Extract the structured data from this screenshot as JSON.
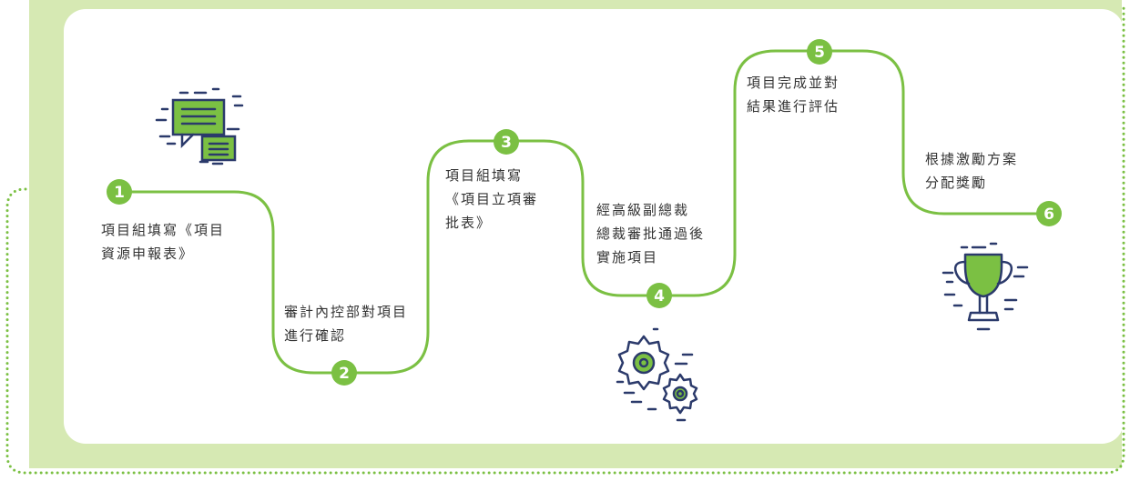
{
  "colors": {
    "accent": "#7bc043",
    "band": "#d6e9b3",
    "icon_navy": "#2b3a6b",
    "text": "#333333"
  },
  "steps": [
    {
      "number": "1",
      "text": "項目組填寫《項目\n資源申報表》"
    },
    {
      "number": "2",
      "text": "審計內控部對項目\n進行確認"
    },
    {
      "number": "3",
      "text": "項目組填寫\n《項目立項審\n批表》"
    },
    {
      "number": "4",
      "text": "經高級副總裁\n總裁審批通過後\n實施項目"
    },
    {
      "number": "5",
      "text": "項目完成並對\n結果進行評估"
    },
    {
      "number": "6",
      "text": "根據激勵方案\n分配獎勵"
    }
  ],
  "icons": {
    "documents": "chat-documents-icon",
    "gears": "gears-icon",
    "trophy": "trophy-icon"
  }
}
